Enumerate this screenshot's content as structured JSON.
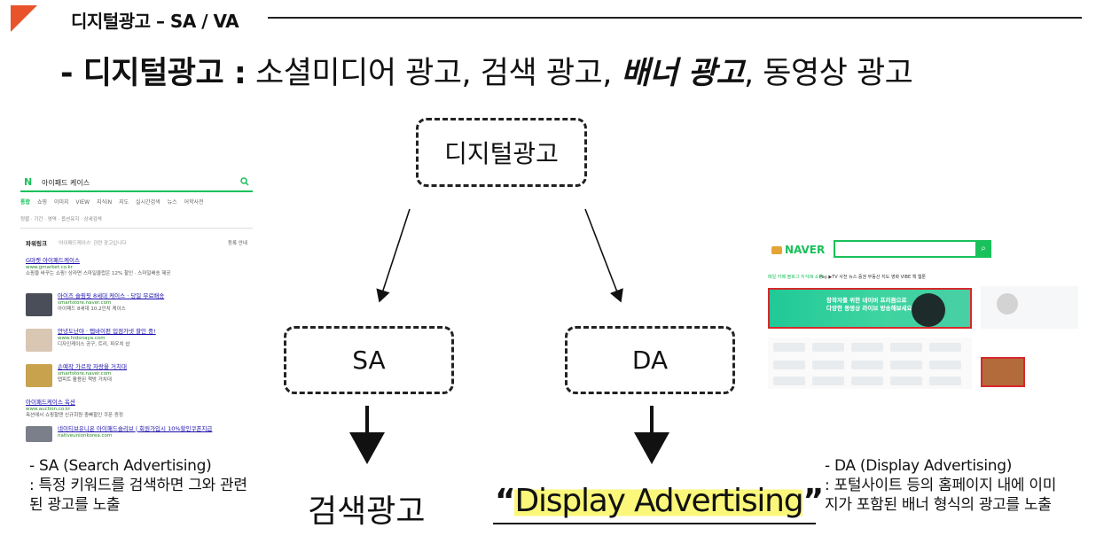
{
  "header": {
    "section_label": "디지털광고 – SA / VA",
    "accent_color": "#e8532b"
  },
  "headline": {
    "bold_part": "- 디지털광고 :",
    "part1": " 소셜미디어 광고, 검색 광고, ",
    "emphasis": "배너 광고",
    "part2": ", 동영상 광고"
  },
  "diagram": {
    "root_label": "디지털광고",
    "left_label": "SA",
    "right_label": "DA"
  },
  "sa": {
    "note_line1": "- SA (Search Advertising)",
    "note_line2": ":  특정 키워드를 검색하면 그와 관련",
    "note_line3": "된 광고를 노출",
    "big_label": "검색광고"
  },
  "da": {
    "note_line1": "- DA (Display Advertising)",
    "note_line2": ": 포털사이트 등의 홈페이지 내에 이미",
    "note_line3": "지가 포함된 배너 형식의 광고를 노출",
    "open_quote": "“",
    "big_label": "Display Advertising",
    "close_quote": "”",
    "highlight_color": "#fbf77a"
  },
  "sa_screenshot": {
    "logo": "N",
    "query": "아이패드 케이스",
    "tabs": [
      "통합",
      "쇼핑",
      "이미지",
      "VIEW",
      "지식iN",
      "지도",
      "실시간검색",
      "뉴스",
      "어학사전"
    ],
    "filters": "정렬 ·  기간 ·  영역 ·  옵션유지  ·  상세검색",
    "powerlink_label": "파워링크",
    "powerlink_sub": "'아이패드케이스' 관련 광고입니다",
    "register_label": "등록 안내",
    "ads": [
      {
        "title": "G마켓 아이패드케이스",
        "url": "www.gmarket.co.kr",
        "desc": "쇼핑을 바꾸는 쇼핑! 상라면 스마일클럽은 12% 할인 · 스마일배송 제공"
      },
      {
        "title": "아이즈 슬림핏 8세대 케이스 · 당일 무료배송",
        "url": "smartstore.naver.com",
        "desc": "아이패드 8세대 10.2인치 케이스"
      },
      {
        "title": "안녕도난야 · 탭바이펀 입점가넷 할인 중!",
        "url": "www.hidonaya.com",
        "desc": "디자인케이스 공구, 트리, 파우치 샵"
      },
      {
        "title": "손예작 가르작 자랑을 거치대",
        "url": "smartstore.naver.com",
        "desc": "탭피트 활용된 책방 거치대"
      },
      {
        "title": "아이패드케이스 옥션",
        "url": "www.auction.co.kr",
        "desc": "옥션에서 쇼핑할땐 신규회원 충빠할인 쿠폰 증정"
      },
      {
        "title": "네이티브유니온 아이패드슬리브 | 회원가입시 10%할인쿠폰지급",
        "url": "nativeunionkorea.com",
        "desc": ""
      }
    ]
  },
  "da_screenshot": {
    "logo": "NAVER",
    "search_icon": "search-icon",
    "menu_green": "메일  카페  블로그  지식iN  쇼핑",
    "menu_dark": "Pay  ▶TV  사전  뉴스  증권  부동산  지도  영화  VIBE  책  웹툰",
    "banner_line1": "창작자를 위한 네이버 프리즘으로",
    "banner_line2": "다양한 동영상 라이브 방송해보세요!",
    "banner_color": "#20c997",
    "brand_color": "#19c15a",
    "ad_outline_color": "#d8282b"
  }
}
